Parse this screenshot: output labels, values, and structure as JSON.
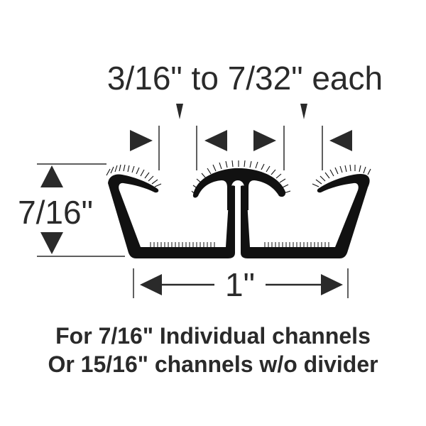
{
  "diagram": {
    "top_dimension": "3/16\" to 7/32\" each",
    "height_dimension": "7/16\"",
    "width_dimension": "1\"",
    "caption": {
      "line1": "For 7/16\" Individual channels",
      "line2": "Or 15/16\" channels w/o divider"
    },
    "colors": {
      "ink": "#2a2a2a",
      "profile": "#111111",
      "background": "#ffffff"
    }
  }
}
